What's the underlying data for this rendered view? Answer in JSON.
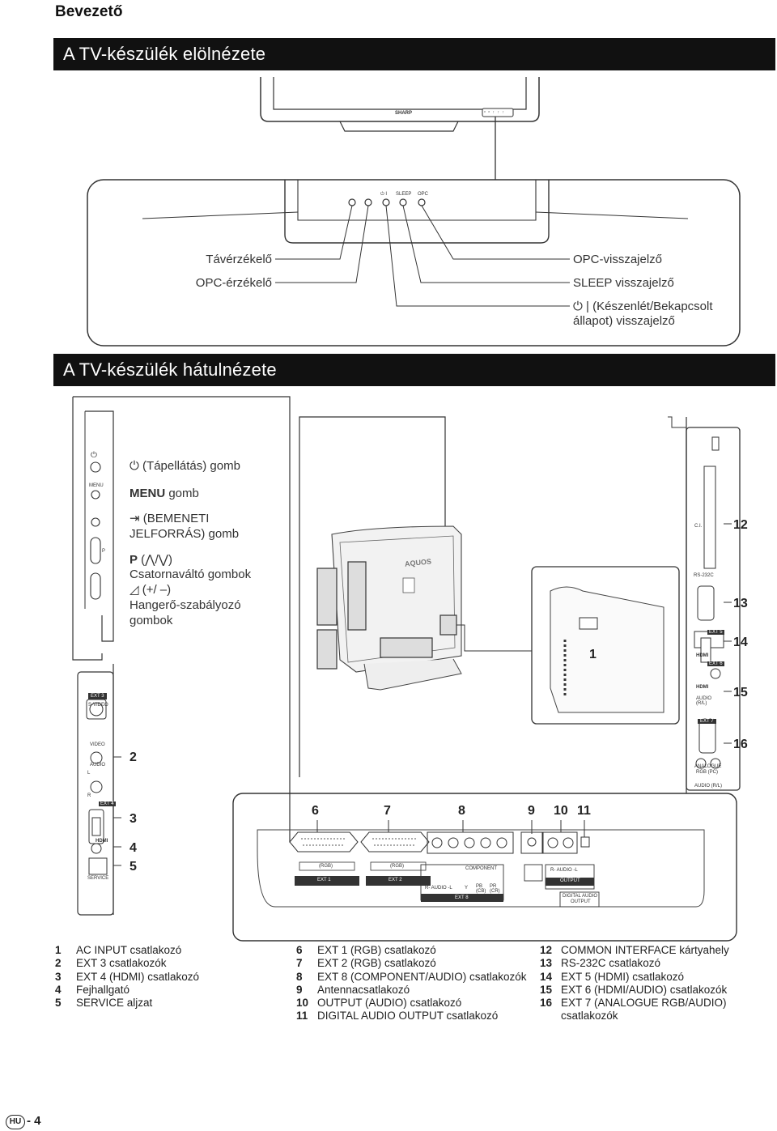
{
  "header": {
    "section": "Bevezető"
  },
  "front": {
    "title": "A TV-készülék elölnézete",
    "brand": "SHARP",
    "indicator_labels": [
      "SLEEP",
      "OPC"
    ],
    "left_labels": [
      "Távérzékelő",
      "OPC-érzékelő"
    ],
    "right_labels": [
      "OPC-visszajelző",
      "SLEEP visszajelző",
      "(Készenlét/Bekapcsolt",
      "állapot) visszajelző"
    ]
  },
  "rear": {
    "title": "A TV-készülék hátulnézete",
    "side_panel_labels": {
      "menu": "MENU",
      "p": "P",
      "ext3": "EXT 3",
      "svideo": "S-VIDEO",
      "video": "VIDEO",
      "audio": "AUDIO",
      "l": "L",
      "r": "R",
      "ext4": "EXT 4",
      "hdmi": "HDMI",
      "service": "SERVICE"
    },
    "button_texts": {
      "power": "(Tápellátás) gomb",
      "menu_bold": "MENU",
      "menu_rest": " gomb",
      "input_1": "(BEMENETI",
      "input_2": "JELFORRÁS) gomb",
      "p_bold": "P",
      "p_rest": " (⋀/⋁)",
      "channel": "Csatornaváltó gombok",
      "volume_sym": "(+/ –)",
      "volume_1": "Hangerő-szabályozó",
      "volume_2": "gombok"
    },
    "tv_brand": "AQUOS",
    "right_panel_labels": {
      "ci": "C.I.",
      "rs232c": "RS-232C",
      "ext5": "EXT 5",
      "ext6": "EXT 6",
      "hdmi": "HDMI",
      "audio_rl": "AUDIO (R/L)",
      "ext7": "EXT 7",
      "analogue_1": "ANALOGUE",
      "analogue_2": "RGB (PC)",
      "audio_rl2": "AUDIO (R/L)"
    },
    "bottom_panel_labels": {
      "rgb1": "(RGB)",
      "rgb2": "(RGB)",
      "ext1": "EXT 1",
      "ext2": "EXT 2",
      "component": "COMPONENT",
      "r_audio_l": "R- AUDIO -L",
      "y": "Y",
      "pb": "PB (CB)",
      "pr": "PR (CR)",
      "ext8": "EXT 8",
      "r_audio_l2": "R- AUDIO -L",
      "output": "OUTPUT",
      "digital_1": "DIGITAL AUDIO",
      "digital_2": "OUTPUT"
    },
    "callouts": [
      "1",
      "2",
      "3",
      "4",
      "5",
      "6",
      "7",
      "8",
      "9",
      "10",
      "11",
      "12",
      "13",
      "14",
      "15",
      "16"
    ]
  },
  "legend": {
    "col1": [
      {
        "n": "1",
        "t": "AC INPUT csatlakozó"
      },
      {
        "n": "2",
        "t": "EXT 3 csatlakozók"
      },
      {
        "n": "3",
        "t": "EXT 4 (HDMI) csatlakozó"
      },
      {
        "n": "4",
        "t": "Fejhallgató"
      },
      {
        "n": "5",
        "t": "SERVICE aljzat"
      }
    ],
    "col2": [
      {
        "n": "6",
        "t": "EXT 1 (RGB) csatlakozó"
      },
      {
        "n": "7",
        "t": "EXT 2 (RGB) csatlakozó"
      },
      {
        "n": "8",
        "t": "EXT 8 (COMPONENT/AUDIO) csatlakozók"
      },
      {
        "n": "9",
        "t": "Antennacsatlakozó"
      },
      {
        "n": "10",
        "t": "OUTPUT (AUDIO) csatlakozó"
      },
      {
        "n": "11",
        "t": "DIGITAL AUDIO OUTPUT csatlakozó"
      }
    ],
    "col3": [
      {
        "n": "12",
        "t": "COMMON INTERFACE kártyahely"
      },
      {
        "n": "13",
        "t": "RS-232C csatlakozó"
      },
      {
        "n": "14",
        "t": "EXT 5 (HDMI) csatlakozó"
      },
      {
        "n": "15",
        "t": "EXT 6 (HDMI/AUDIO) csatlakozók"
      },
      {
        "n": "16",
        "t": "EXT 7 (ANALOGUE RGB/AUDIO)"
      },
      {
        "n": "",
        "t": "csatlakozók"
      }
    ]
  },
  "footer": {
    "lang": "HU",
    "page": "- 4"
  }
}
